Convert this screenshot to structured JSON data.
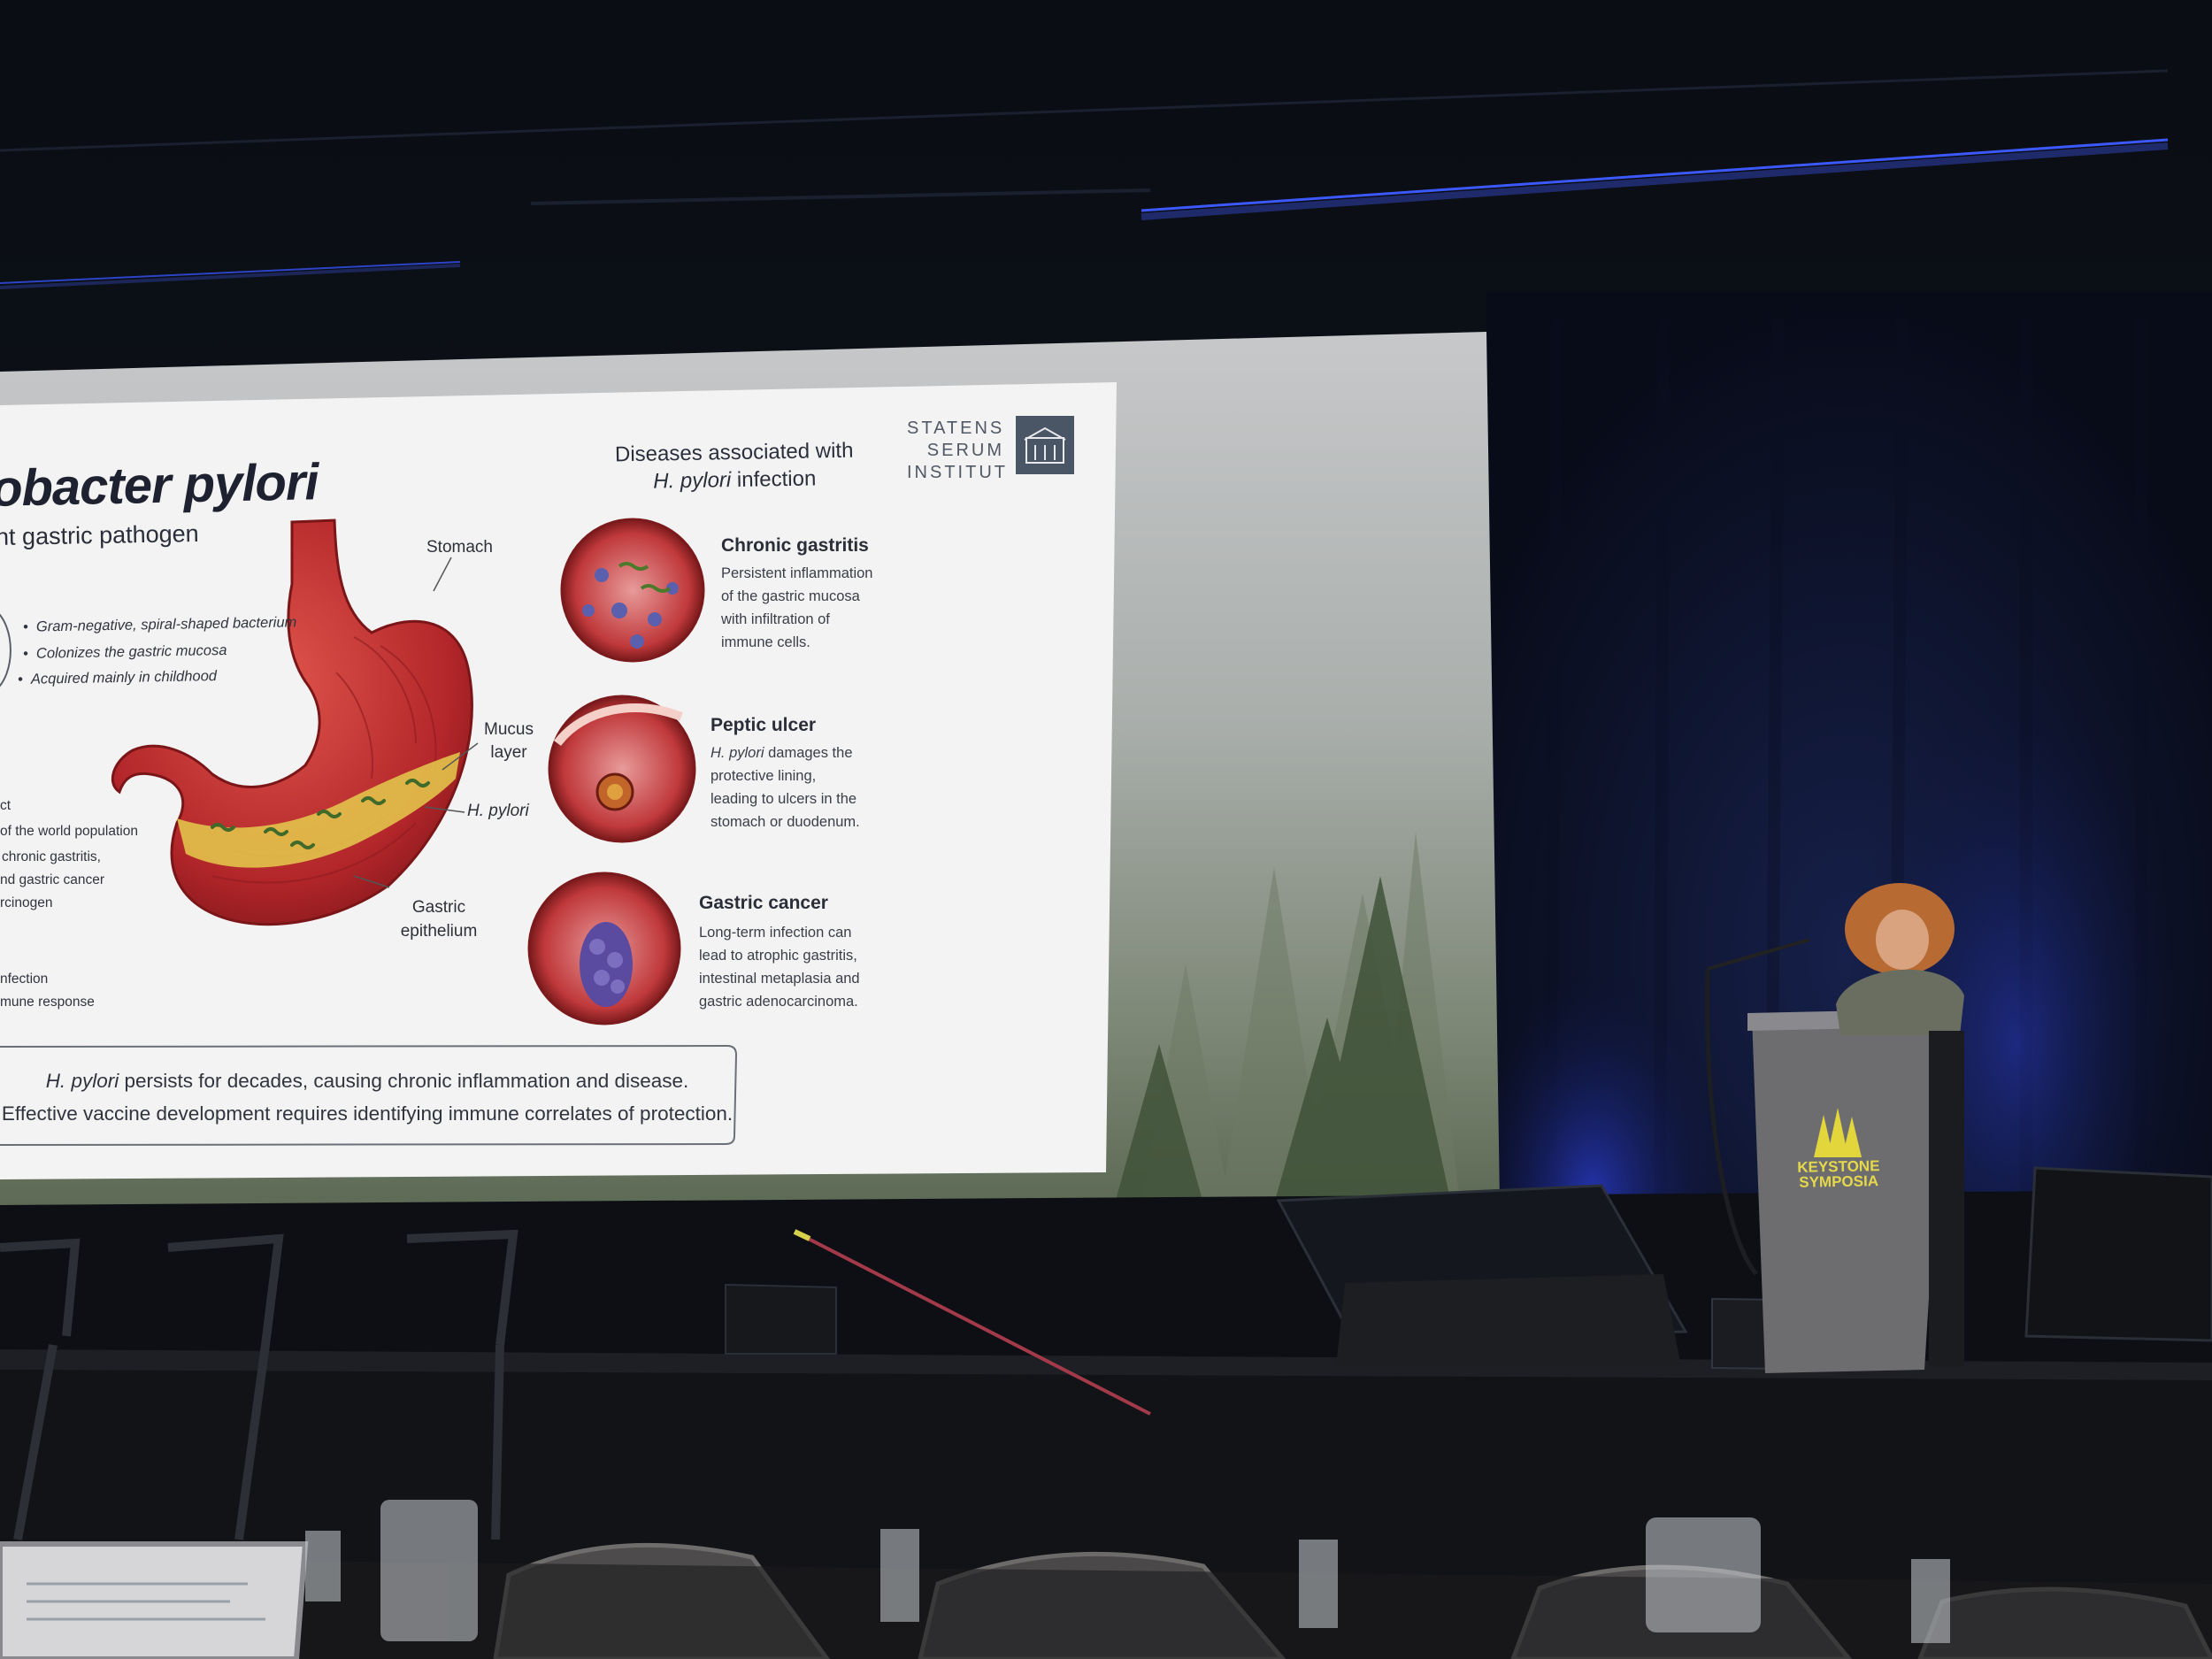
{
  "slide": {
    "title": "obacter pylori",
    "subtitle": "nt gastric pathogen",
    "bullets": [
      "Gram-negative, spiral-shaped bacterium",
      "Colonizes the gastric mucosa",
      "Acquired mainly in childhood"
    ],
    "left_partial_lines": [
      "ct",
      "of the world population",
      "chronic gastritis,",
      "nd gastric cancer",
      "rcinogen",
      "nfection",
      "mune response"
    ],
    "stomach_labels": {
      "stomach": "Stomach",
      "mucus_layer": "Mucus layer",
      "h_pylori": "H. pylori",
      "gastric_epithelium": "Gastric epithelium"
    },
    "diseases_heading_line1": "Diseases associated with",
    "diseases_heading_italic": "H. pylori",
    "diseases_heading_rest": " infection",
    "diseases": [
      {
        "title": "Chronic gastritis",
        "lines": [
          "Persistent inflammation",
          "of the gastric mucosa",
          "with infiltration of",
          "immune cells."
        ]
      },
      {
        "title": "Peptic ulcer",
        "italic_lead": "H. pylori",
        "lines": [
          " damages the",
          "protective lining,",
          "leading to ulcers in the",
          "stomach or duodenum."
        ]
      },
      {
        "title": "Gastric cancer",
        "lines": [
          "Long-term infection can",
          "lead to atrophic gastritis,",
          "intestinal metaplasia and",
          "gastric adenocarcinoma."
        ]
      }
    ],
    "institute": "STATENS SERUM INSTITUT",
    "callout_italic": "H. pylori",
    "callout_line1_rest": " persists for decades, causing chronic inflammation and disease.",
    "callout_line2": "Effective vaccine development requires identifying immune correlates of protection."
  },
  "podium": {
    "brand": "KEYSTONE SYMPOSIA"
  }
}
